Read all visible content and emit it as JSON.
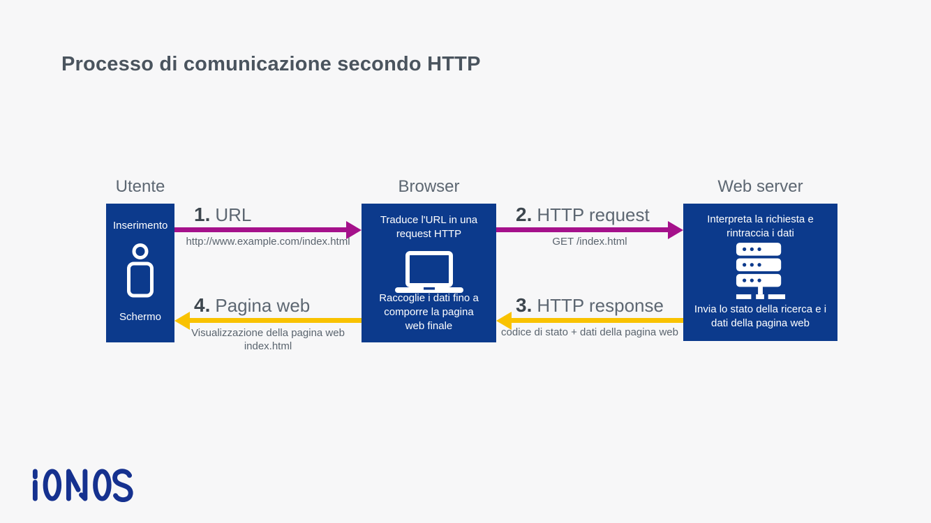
{
  "title": "Processo di comunicazione secondo HTTP",
  "colors": {
    "background": "#f7f7f8",
    "box_blue": "#0c3a8c",
    "magenta": "#a5118b",
    "yellow": "#f9c200",
    "title_gray": "#4a545e",
    "label_gray": "#5d6772",
    "number_gray": "#3d464e",
    "caption_gray": "#5a646e",
    "logo_blue": "#15318f",
    "box_text": "#ffffff"
  },
  "nodes": [
    {
      "id": "utente",
      "label": "Utente",
      "top_text": "Inserimento",
      "bottom_text": "Schermo",
      "icon": "person-icon"
    },
    {
      "id": "browser",
      "label": "Browser",
      "top_text": "Traduce l'URL in una request HTTP",
      "bottom_text": "Raccoglie i dati fino a comporre la pagina web finale",
      "icon": "laptop-icon"
    },
    {
      "id": "web-server",
      "label": "Web server",
      "top_text": "Interpreta la richiesta e rintraccia i dati",
      "bottom_text": "Invia lo stato della ricerca e i dati della pagina web",
      "icon": "server-icon"
    }
  ],
  "arrows": [
    {
      "number": "1.",
      "label": "URL",
      "caption": "http://www.example.com/index.html",
      "direction": "right",
      "color": "magenta",
      "from": "utente",
      "to": "browser"
    },
    {
      "number": "2.",
      "label": "HTTP request",
      "caption": "GET /index.html",
      "direction": "right",
      "color": "magenta",
      "from": "browser",
      "to": "web-server"
    },
    {
      "number": "3.",
      "label": "HTTP response",
      "caption": "codice di stato + dati della pagina web",
      "direction": "left",
      "color": "yellow",
      "from": "web-server",
      "to": "browser"
    },
    {
      "number": "4.",
      "label": "Pagina web",
      "caption": "Visualizzazione della pagina web index.html",
      "direction": "left",
      "color": "yellow",
      "from": "browser",
      "to": "utente"
    }
  ],
  "footer": {
    "logo_text": "IONOS"
  }
}
